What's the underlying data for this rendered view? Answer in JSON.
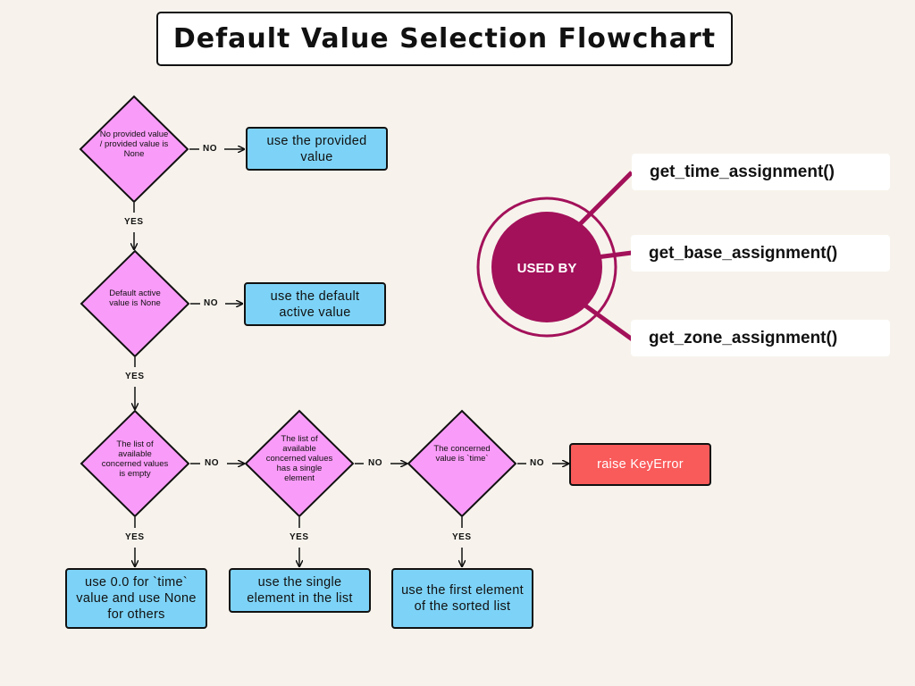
{
  "title": "Default Value Selection Flowchart",
  "decisions": [
    {
      "id": "d1",
      "text": "No provided value / provided value is None"
    },
    {
      "id": "d2",
      "text": "Default active value is None"
    },
    {
      "id": "d3",
      "text": "The list of available concerned values is empty"
    },
    {
      "id": "d4",
      "text": "The list of available concerned values has a single element"
    },
    {
      "id": "d5",
      "text": "The concerned value is `time`"
    }
  ],
  "results": [
    {
      "id": "r1",
      "text": "use the provided value"
    },
    {
      "id": "r2",
      "text": "use the default active value"
    },
    {
      "id": "r3",
      "text": "use 0.0 for `time` value and use None for others"
    },
    {
      "id": "r4",
      "text": "use the single element in the list"
    },
    {
      "id": "r5",
      "text": "use the first element of the sorted list"
    },
    {
      "id": "r6",
      "text": "raise KeyError"
    }
  ],
  "edge_labels": {
    "no": "NO",
    "yes": "YES"
  },
  "used_by": {
    "label": "USED BY",
    "functions": [
      "get_time_assignment()",
      "get_base_assignment()",
      "get_zone_assignment()"
    ]
  },
  "colors": {
    "decision": "#f99bf8",
    "result": "#7dd3f7",
    "error": "#f95a5a",
    "accent": "#a3115a",
    "background": "#f7f3ec"
  }
}
